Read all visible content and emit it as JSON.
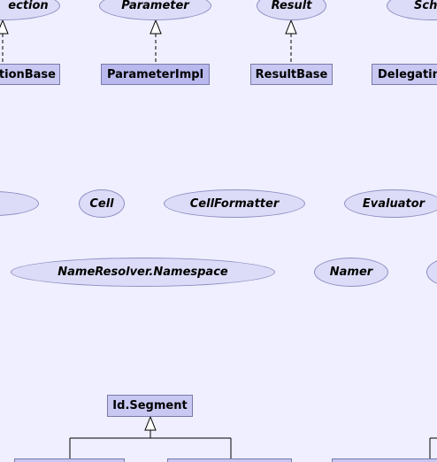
{
  "diagram": {
    "interfaces": {
      "collection": "ection",
      "parameter": "Parameter",
      "result": "Result",
      "schema": "Sch",
      "cell": "Cell",
      "cell_formatter": "CellFormatter",
      "evaluator": "Evaluator",
      "name_resolver_namespace": "NameResolver.Namespace",
      "namer": "Namer"
    },
    "classes": {
      "collection_base": "ctionBase",
      "parameter_impl": "ParameterImpl",
      "result_base": "ResultBase",
      "delegating": "Delegatin",
      "id_segment": "Id.Segment"
    },
    "colors": {
      "background": "#efefff",
      "interface_fill": "#dcdcf8",
      "class_fill": "#c8c8f2",
      "line": "#000000"
    }
  }
}
